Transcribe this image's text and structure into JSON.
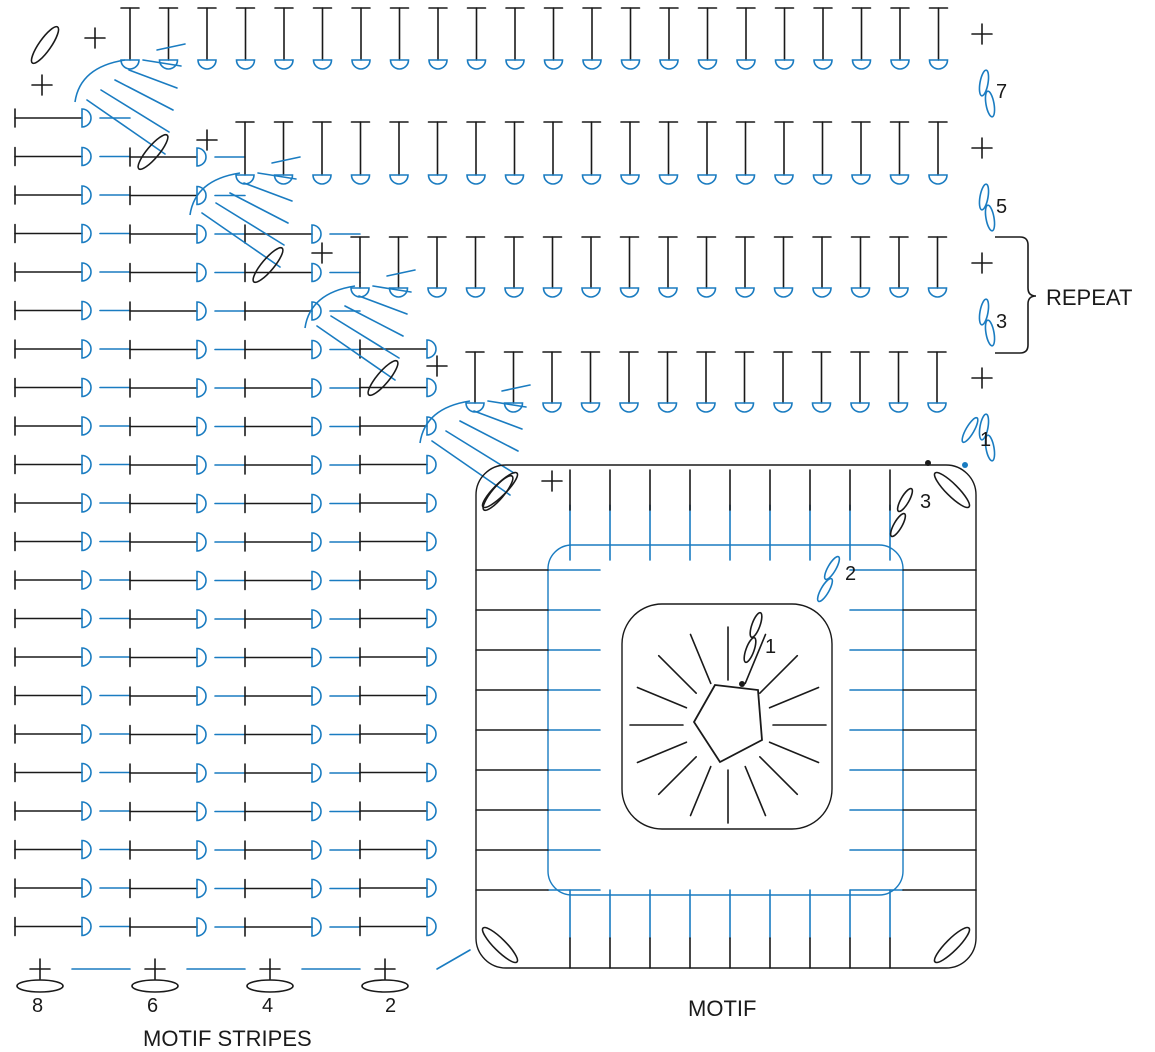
{
  "colors": {
    "ink": "#1a1a1a",
    "accent": "#1a7cc1",
    "background": "#ffffff"
  },
  "symbols": {
    "hdc": "hdc-symbol",
    "dc": "dc-symbol",
    "tr": "tr-symbol",
    "sc": "sc-symbol",
    "ch": "chain-symbol",
    "sl-st": "slip-stitch-dot",
    "bracket": "repeat-bracket"
  },
  "labels": {
    "repeat": "REPEAT",
    "motif": "MOTIF",
    "motif_stripes": "MOTIF STRIPES",
    "row_1": "1",
    "row_3": "3",
    "row_5": "5",
    "row_7": "7",
    "motif_round_1": "1",
    "motif_round_2": "2",
    "motif_round_3": "3",
    "stripe_2": "2",
    "stripe_4": "4",
    "stripe_6": "6",
    "stripe_8": "8"
  }
}
